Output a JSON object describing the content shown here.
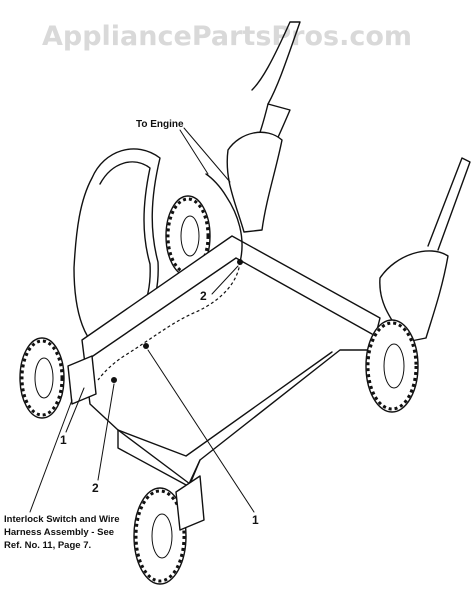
{
  "watermark": "AppliancePartsPros.com",
  "labels": {
    "to_engine": "To Engine",
    "callout_1_left": "1",
    "callout_1_right": "1",
    "callout_2_upper": "2",
    "callout_2_lower": "2",
    "note_line1": "Interlock Switch and Wire",
    "note_line2": "Harness Assembly - See",
    "note_line3": "Ref. No. 11, Page 7."
  }
}
